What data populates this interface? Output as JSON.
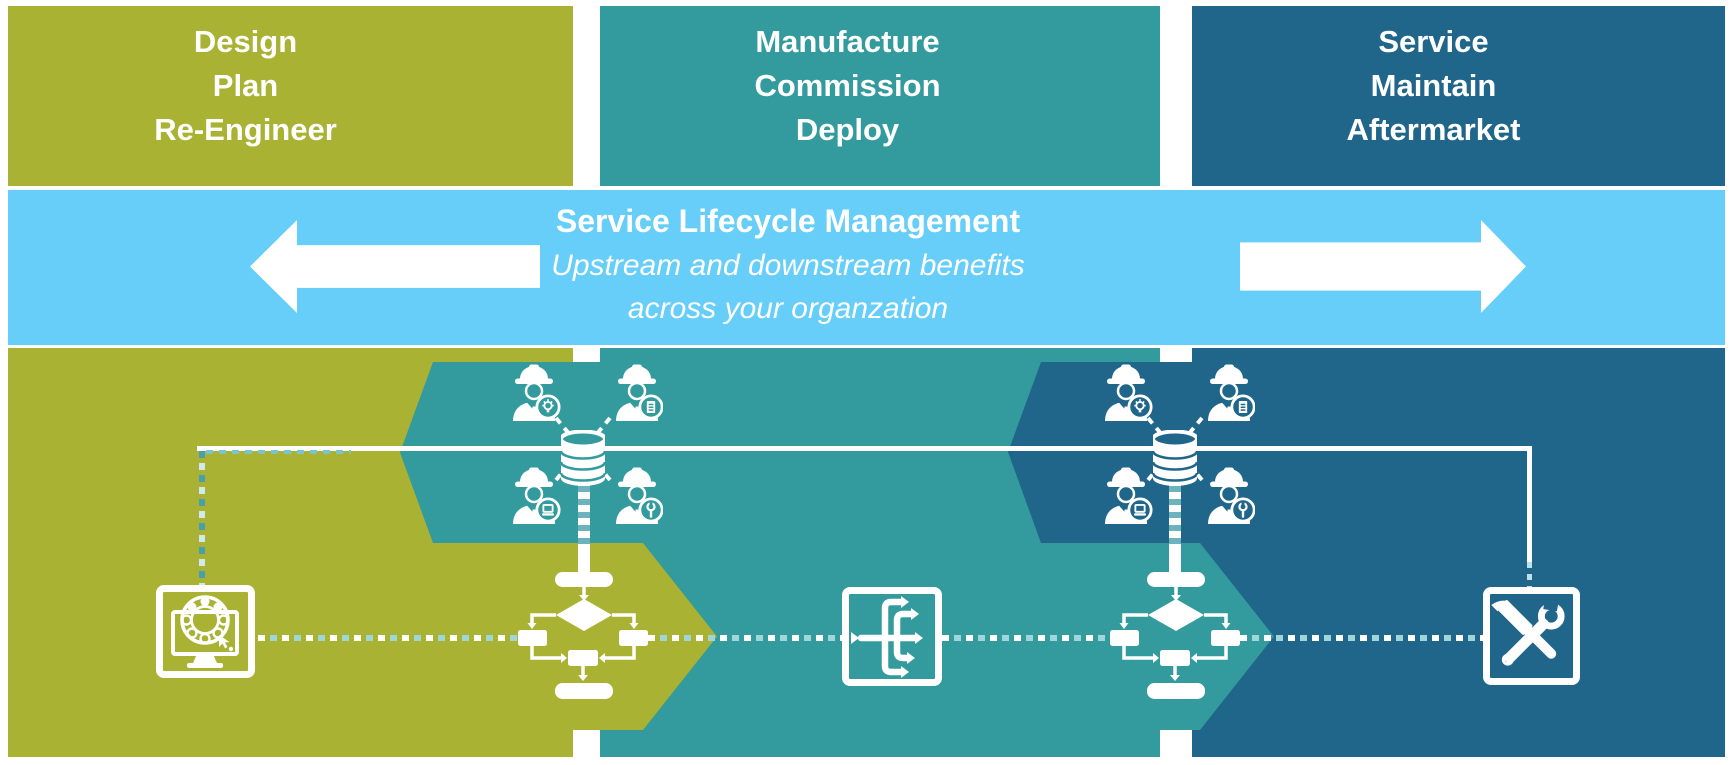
{
  "title_columns": [
    {
      "lines": [
        "Design",
        "Plan",
        "Re-Engineer"
      ],
      "color": "#a9b232"
    },
    {
      "lines": [
        "Manufacture",
        "Commission",
        "Deploy"
      ],
      "color": "#339a9d"
    },
    {
      "lines": [
        "Service",
        "Maintain",
        "Aftermarket"
      ],
      "color": "#20658a"
    }
  ],
  "banner": {
    "title": "Service Lifecycle Management",
    "subtitle_lines": [
      "Upstream and downstream benefits",
      "across your organzation"
    ],
    "background": "#66cef8",
    "arrows": [
      "left",
      "right"
    ]
  },
  "diagram": {
    "clusters": [
      {
        "name": "design-data-hub",
        "center_icon": "database",
        "workers": [
          "engineer-idea",
          "engineer-document",
          "engineer-laptop",
          "engineer-wrench"
        ]
      },
      {
        "name": "service-data-hub",
        "center_icon": "database",
        "workers": [
          "engineer-idea",
          "engineer-document",
          "engineer-laptop",
          "engineer-wrench"
        ]
      }
    ],
    "nodes": [
      "cad-bearing-monitor",
      "workflow-flowchart",
      "distribution-switch",
      "workflow-flowchart",
      "hammer-wrench-tools"
    ],
    "colors": {
      "olive": "#a9b232",
      "teal": "#339a9d",
      "dark_teal": "#20658a",
      "light_blue": "#66cef8",
      "dash_teal": "#4a9fae",
      "dash_pale": "#9fd6da",
      "white": "#ffffff"
    }
  }
}
